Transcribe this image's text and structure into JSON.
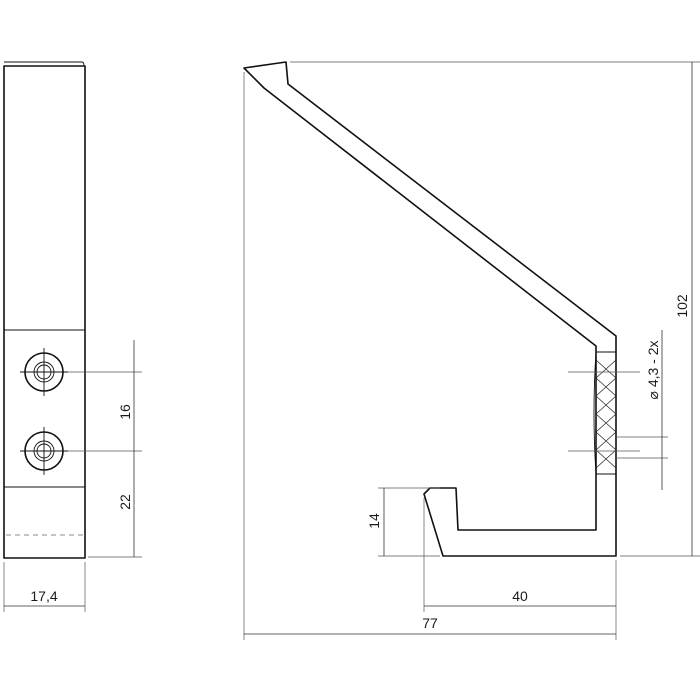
{
  "drawing": {
    "dimensions": {
      "side_width": "17,4",
      "hole_spacing": "16",
      "hole_to_bottom": "22",
      "hook_height": "14",
      "hook_depth": "40",
      "total_depth": "77",
      "total_height": "102",
      "hole_diameter": "⌀ 4,3 - 2x"
    }
  }
}
